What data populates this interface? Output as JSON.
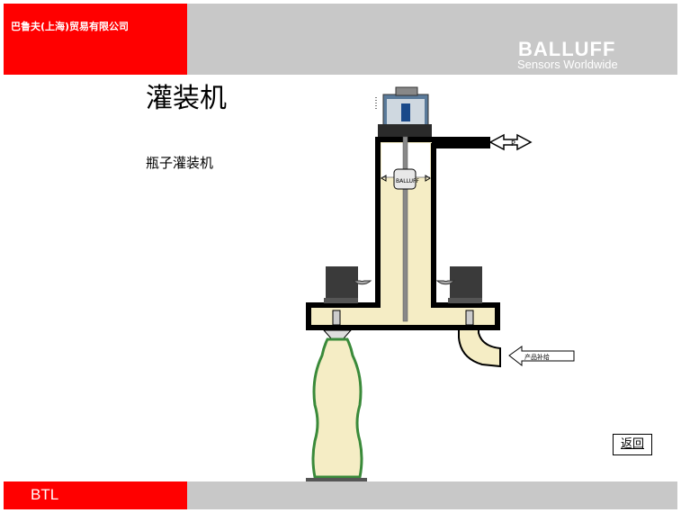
{
  "header": {
    "company": "巴鲁夫(上海)贸易有限公司",
    "brand": "BALLUFF",
    "tagline": "Sensors Worldwide",
    "accent": "#ff0000",
    "bar_gray": "#c8c8c8"
  },
  "main": {
    "title": "灌装机",
    "subtitle": "瓶子灌装机",
    "product_label": "产品补给",
    "back_label": "返回",
    "fill_color": "#f5edc5"
  },
  "footer": {
    "label": "BTL"
  }
}
